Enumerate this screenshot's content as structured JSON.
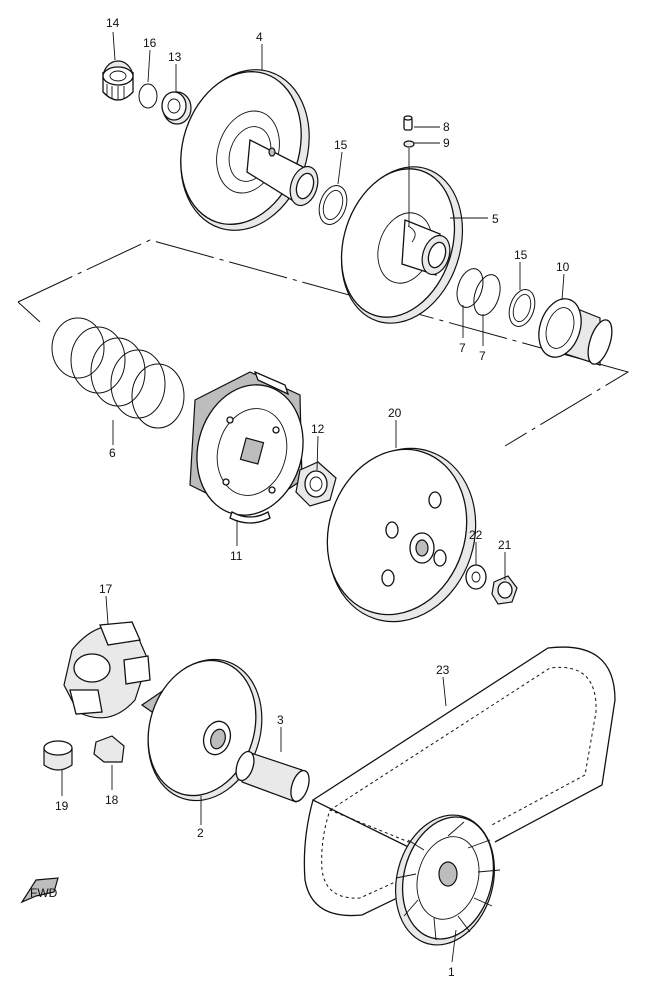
{
  "fwd_label": "FWD",
  "labels": {
    "p1": "1",
    "p2": "2",
    "p3": "3",
    "p4": "4",
    "p5": "5",
    "p6": "6",
    "p7a": "7",
    "p7b": "7",
    "p8": "8",
    "p9": "9",
    "p10": "10",
    "p11": "11",
    "p12": "12",
    "p13": "13",
    "p14": "14",
    "p15a": "15",
    "p15b": "15",
    "p16": "16",
    "p17": "17",
    "p18": "18",
    "p19": "19",
    "p20": "20",
    "p21": "21",
    "p22": "22",
    "p23": "23"
  }
}
